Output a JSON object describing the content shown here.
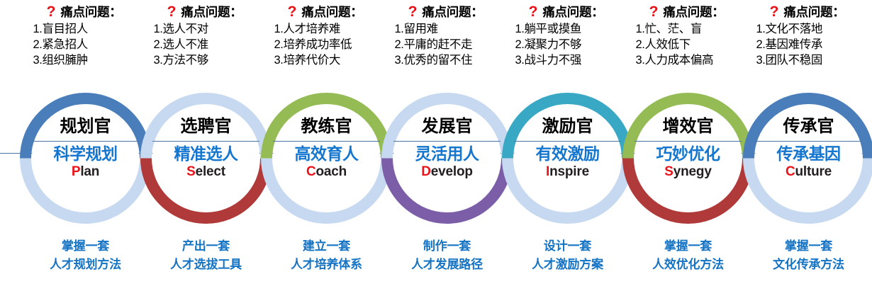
{
  "meta": {
    "accent_blue": "#1576cf",
    "accent_red": "#e8131a",
    "rule_color": "#4a73a8"
  },
  "pain_points": [
    {
      "marker": "?",
      "title": "痛点问题：",
      "items": [
        "1.盲目招人",
        "2.紧急招人",
        "3.组织臃肿"
      ]
    },
    {
      "marker": "?",
      "title": "痛点问题：",
      "items": [
        "1.选人不对",
        "2.选人不准",
        "3.方法不够"
      ]
    },
    {
      "marker": "?",
      "title": "痛点问题：",
      "items": [
        "1.人才培养难",
        "2.培养成功率低",
        "3.培养代价大"
      ]
    },
    {
      "marker": "?",
      "title": "痛点问题：",
      "items": [
        "1.留用难",
        "2.平庸的赶不走",
        "3.优秀的留不住"
      ]
    },
    {
      "marker": "?",
      "title": "痛点问题：",
      "items": [
        "1.躺平或摸鱼",
        "2.凝聚力不够",
        "3.战斗力不强"
      ]
    },
    {
      "marker": "?",
      "title": "痛点问题：",
      "items": [
        "1.忙、茫、盲",
        "2.人效低下",
        "3.人力成本偏高"
      ]
    },
    {
      "marker": "?",
      "title": "痛点问题：",
      "items": [
        "1.文化不落地",
        "2.基因难传承",
        "3.团队不稳固"
      ]
    }
  ],
  "circles": [
    {
      "title": "规划官",
      "subtitle": "科学规划",
      "en_cap": "P",
      "en_rest": "lan",
      "top_color": "#4a7ebb",
      "bottom_color": "#c6d9f0"
    },
    {
      "title": "选聘官",
      "subtitle": "精准选人",
      "en_cap": "S",
      "en_rest": "elect",
      "top_color": "#c6d9f0",
      "bottom_color": "#b03a3a"
    },
    {
      "title": "教练官",
      "subtitle": "高效育人",
      "en_cap": "C",
      "en_rest": "oach",
      "top_color": "#94bb54",
      "bottom_color": "#c6d9f0"
    },
    {
      "title": "发展官",
      "subtitle": "灵活用人",
      "en_cap": "D",
      "en_rest": "evelop",
      "top_color": "#c6d9f0",
      "bottom_color": "#7b5ea7"
    },
    {
      "title": "激励官",
      "subtitle": "有效激励",
      "en_cap": "I",
      "en_rest": "nspire",
      "top_color": "#39a8c4",
      "bottom_color": "#c6d9f0"
    },
    {
      "title": "增效官",
      "subtitle": "巧妙优化",
      "en_cap": "S",
      "en_rest": "ynegy",
      "top_color": "#94bb54",
      "bottom_color": "#b03a3a"
    },
    {
      "title": "传承官",
      "subtitle": "传承基因",
      "en_cap": "C",
      "en_rest": "ulture",
      "top_color": "#4a7ebb",
      "bottom_color": "#c6d9f0"
    }
  ],
  "outcomes": [
    {
      "line1": "掌握一套",
      "line2": "人才规划方法"
    },
    {
      "line1": "产出一套",
      "line2": "人才选拔工具"
    },
    {
      "line1": "建立一套",
      "line2": "人才培养体系"
    },
    {
      "line1": "制作一套",
      "line2": "人才发展路径"
    },
    {
      "line1": "设计一套",
      "line2": "人才激励方案"
    },
    {
      "line1": "掌握一套",
      "line2": "人效优化方法"
    },
    {
      "line1": "掌握一套",
      "line2": "文化传承方法"
    }
  ]
}
